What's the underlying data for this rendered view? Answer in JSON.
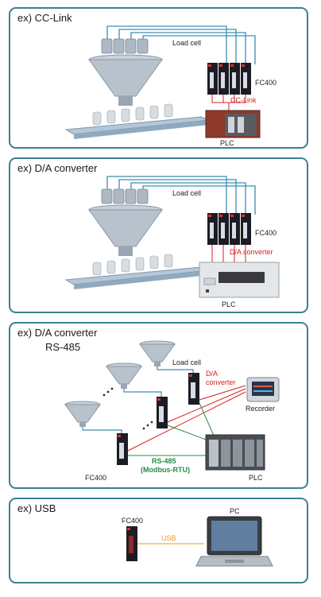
{
  "panels": [
    {
      "title": "ex) CC-Link",
      "load_cell": "Load cell",
      "fc400": "FC400",
      "link": "CC-Link",
      "plc": "PLC"
    },
    {
      "title": "ex) D/A converter",
      "load_cell": "Load cell",
      "fc400": "FC400",
      "link": "D/A converter",
      "plc": "PLC"
    },
    {
      "title": "ex) D/A converter",
      "subtitle": "RS-485",
      "load_cell": "Load cell",
      "da_line1": "D/A",
      "da_line2": "converter",
      "recorder": "Recorder",
      "rs485_line1": "RS-485",
      "rs485_line2": "(Modbus-RTU)",
      "fc400": "FC400",
      "plc": "PLC"
    },
    {
      "title": "ex) USB",
      "fc400": "FC400",
      "usb": "USB",
      "pc": "PC"
    }
  ],
  "colors": {
    "border": "#3b7f93",
    "red_line": "#d42020",
    "green_line": "#2a8a4a",
    "orange_line": "#e89a24",
    "cable": "#3d8fb0"
  }
}
